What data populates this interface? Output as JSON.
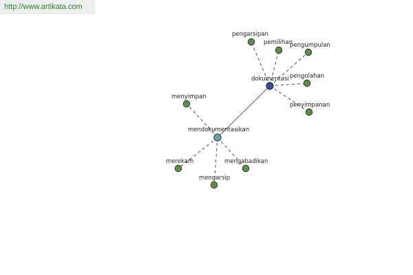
{
  "header": {
    "source_url": "http://www.artikata.com"
  },
  "colors": {
    "leaf_node": "#5b8f4a",
    "hub_dokumentasi": "#3a4f8c",
    "hub_mendokumentasikan": "#6aa3a8",
    "edge": "#333333"
  },
  "graph": {
    "hubs": [
      {
        "id": "dokumentasi",
        "label": "dokumentasi",
        "color_key": "hub_dokumentasi"
      },
      {
        "id": "mendokumentasikan",
        "label": "mendokumentasikan",
        "color_key": "hub_mendokumentasikan"
      }
    ],
    "leaves": [
      {
        "id": "pengarsipan",
        "label": "pengarsipan",
        "parent": "dokumentasi"
      },
      {
        "id": "pemilihan",
        "label": "pemilihan",
        "parent": "dokumentasi"
      },
      {
        "id": "pengumpulan",
        "label": "pengumpulan",
        "parent": "dokumentasi"
      },
      {
        "id": "pengolahan",
        "label": "pengolahan",
        "parent": "dokumentasi"
      },
      {
        "id": "penyimpanan",
        "label": "penyimpanan",
        "parent": "dokumentasi"
      },
      {
        "id": "menyimpan",
        "label": "menyimpan",
        "parent": "mendokumentasikan"
      },
      {
        "id": "merekam",
        "label": "merekam",
        "parent": "mendokumentasikan"
      },
      {
        "id": "mengarsip",
        "label": "mengarsip",
        "parent": "mendokumentasikan"
      },
      {
        "id": "mengabadikan",
        "label": "mengabadikan",
        "parent": "mendokumentasikan"
      }
    ],
    "links": [
      {
        "from": "dokumentasi",
        "to": "mendokumentasikan",
        "style": "solid"
      }
    ]
  }
}
